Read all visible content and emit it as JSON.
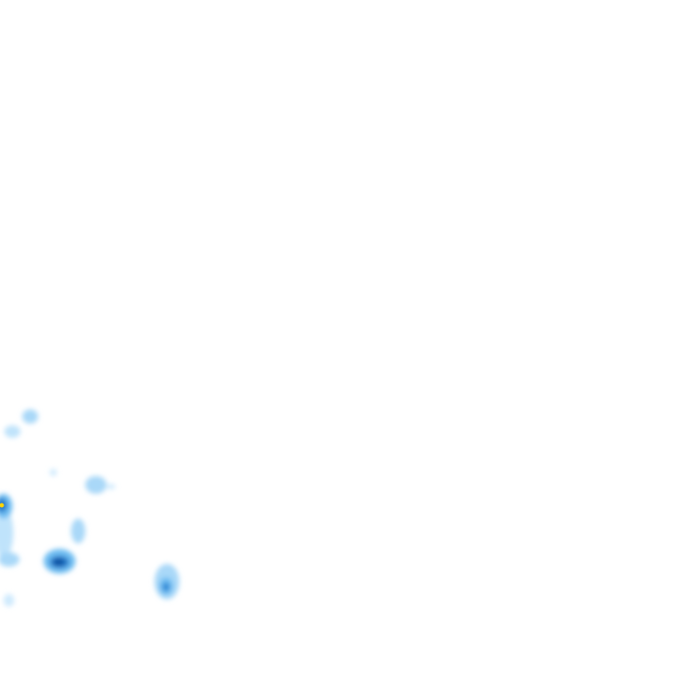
{
  "map": {
    "type": "density-heatmap-tile",
    "colors": {
      "background": "#ffffff",
      "low": "#bfe3fb",
      "mid": "#6fbef2",
      "high": "#1f78c8",
      "peak": "#0b4fa0",
      "hot": "#ffd400"
    },
    "hotspots": [
      {
        "id": "west-edge-peak",
        "intensity": 1.0
      },
      {
        "id": "cluster-south",
        "intensity": 0.85
      },
      {
        "id": "cluster-southeast",
        "intensity": 0.7
      },
      {
        "id": "cluster-north",
        "intensity": 0.35
      },
      {
        "id": "cluster-center",
        "intensity": 0.35
      },
      {
        "id": "cluster-mid",
        "intensity": 0.4
      },
      {
        "id": "speck-a",
        "intensity": 0.2
      },
      {
        "id": "speck-b",
        "intensity": 0.2
      }
    ]
  }
}
